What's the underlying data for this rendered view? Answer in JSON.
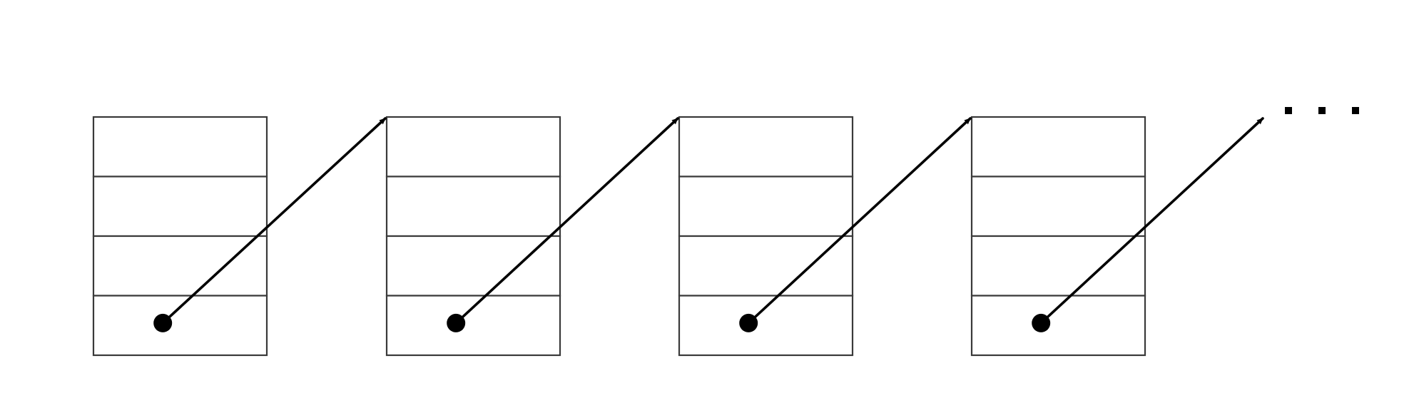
{
  "diagram": {
    "kind": "linked-list",
    "nodes": [
      {
        "id": "node-1",
        "cells": 4,
        "pointer_cell": 4,
        "points_to": "node-2"
      },
      {
        "id": "node-2",
        "cells": 4,
        "pointer_cell": 4,
        "points_to": "node-3"
      },
      {
        "id": "node-3",
        "cells": 4,
        "pointer_cell": 4,
        "points_to": "node-4"
      },
      {
        "id": "node-4",
        "cells": 4,
        "pointer_cell": 4,
        "points_to": "continuation"
      }
    ],
    "continuation": "ellipsis",
    "colors": {
      "cell_stroke": "#3a3a3a",
      "pointer": "#000000",
      "background": "#ffffff"
    }
  }
}
